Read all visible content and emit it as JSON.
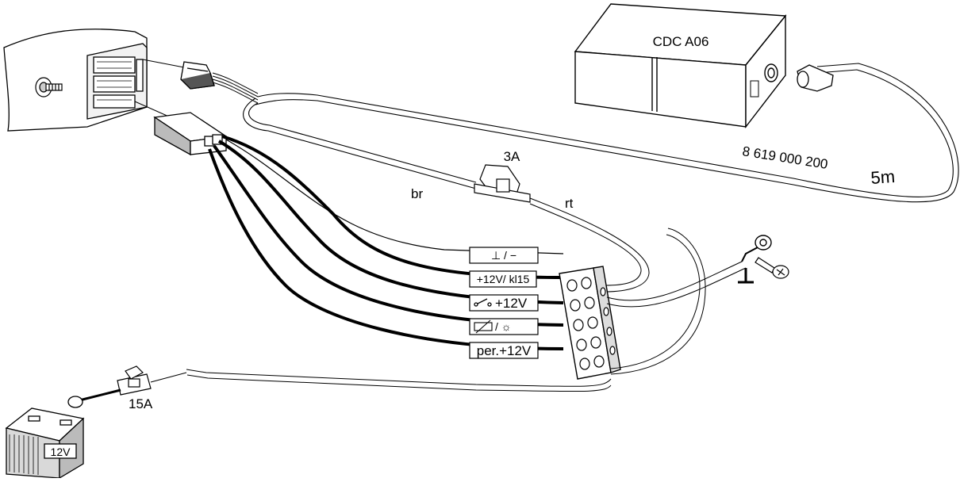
{
  "components": {
    "changer": {
      "label": "CDC A06"
    },
    "cable": {
      "part_number": "8 619 000 200",
      "length": "5m"
    },
    "inline_fuse": {
      "rating": "3A"
    },
    "battery_fuse": {
      "rating": "15A"
    },
    "battery": {
      "label": "12V"
    },
    "wire_colors": {
      "brown": "br",
      "red": "rt"
    }
  },
  "terminal_tags": [
    {
      "text": "⊥ / −"
    },
    {
      "text": "+12V/ kl15"
    },
    {
      "text": "+12V",
      "icon": "ignition-switch-icon"
    },
    {
      "text": "/ ☼",
      "icon": "dimmer-icon"
    },
    {
      "text": "per.+12V"
    }
  ],
  "ground_symbol": "⊥",
  "colors": {
    "line": "#000000",
    "fill": "#ffffff",
    "shade": "#d9d9d9"
  }
}
